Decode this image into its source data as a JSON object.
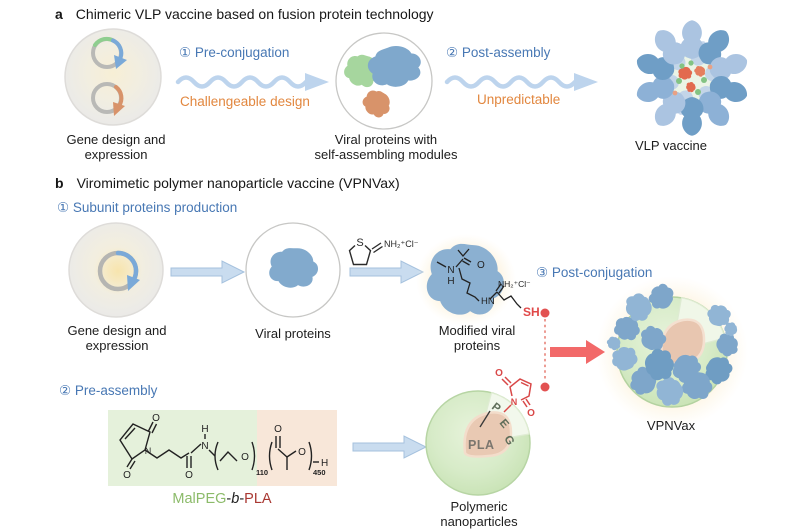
{
  "colors": {
    "step_blue": "#4878b4",
    "note_orange": "#e2873f",
    "arrow_blue": "#bdd4ed",
    "linker_red": "#e25252",
    "protein_blue": "#82aacd",
    "module_green": "#a6d69e",
    "module_orange": "#d8936a",
    "nanoparticle_green": "#d6ebc6",
    "core_pink": "#e9c9b3",
    "glow_yellow": "#fbe6b4",
    "malpeg_green": "#8cbb6a",
    "pla_red": "#a93832"
  },
  "panel_a": {
    "tag": "a",
    "title": "Chimeric VLP vaccine based on fusion protein technology",
    "step1": "① Pre-conjugation",
    "note1": "Challengeable design",
    "step2": "② Post-assembly",
    "note2": "Unpredictable",
    "cap_gene": "Gene design and\nexpression",
    "cap_viral": "Viral proteins with\nself-assembling modules",
    "cap_vlp": "VLP vaccine"
  },
  "panel_b": {
    "tag": "b",
    "title": "Viromimetic polymer nanoparticle vaccine (VPNVax)",
    "step1": "① Subunit proteins production",
    "step2": "② Pre-assembly",
    "step3": "③ Post-conjugation",
    "cap_gene": "Gene design and\nexpression",
    "cap_viral": "Viral proteins",
    "cap_modified": "Modified viral\nproteins",
    "cap_nano": "Polymeric\nnanoparticles",
    "cap_vpnvax": "VPNVax",
    "polymer_name": {
      "mal": "MalPEG",
      "dash1": "-",
      "b": "b",
      "dash2": "-",
      "pla": "PLA"
    }
  },
  "chem": {
    "traut": {
      "s": "S",
      "salt": "NH₂⁺Cl⁻"
    },
    "modified": {
      "n": "N",
      "h": "H",
      "o": "O",
      "hn": "HN",
      "salt": "NH₂⁺Cl⁻",
      "sh": "SH"
    },
    "malpeg": {
      "o_top1": "O",
      "o_bottom1": "O",
      "n_mal": "N",
      "o_amide": "O",
      "h_amide": "H",
      "n_amide": "N",
      "o_peg": "O",
      "sub_peg": "110",
      "o_pla_top": "O",
      "o_pla": "O",
      "sub_pla": "450",
      "h_end": "H"
    },
    "nanoparticle": {
      "p": "P",
      "e": "E",
      "g": "G",
      "pla": "PLA",
      "mal_n": "N",
      "mal_o1": "O",
      "mal_o2": "O"
    }
  }
}
